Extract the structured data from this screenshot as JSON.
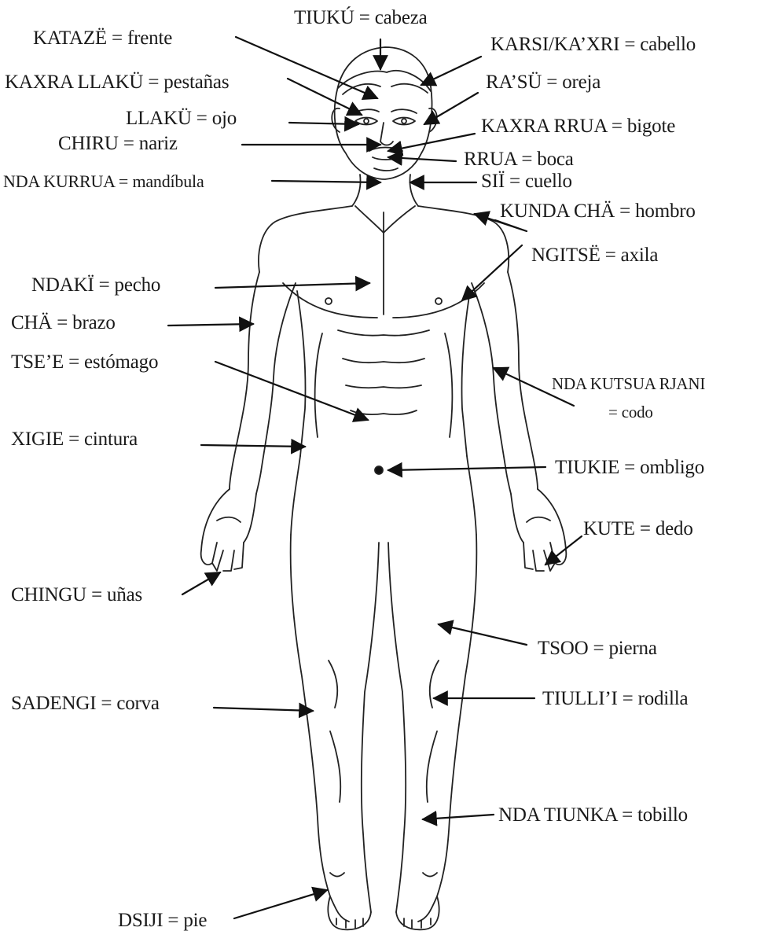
{
  "title": "",
  "labels": {
    "tiuku": "TIUKÚ  =  cabeza",
    "katazo": "KATAZË  =  frente",
    "karsi": "KARSI/KA’XRI  =  cabello",
    "kaxra_llaku": "KAXRA LLAKÜ  =  pestañas",
    "rasu": "RA’SÜ  =  oreja",
    "llaku": "LLAKÜ  =  ojo",
    "kaxra_rrua": "KAXRA RRUA  =  bigote",
    "chiru": "CHIRU  =  nariz",
    "rrua": "RRUA  =  boca",
    "nda_kurrua": "NDA KURRUA  =  mandíbula",
    "sii": "SIÏ  =  cuello",
    "kunda_cha": "KUNDA CHÄ  =  hombro",
    "ngitse": "NGITSË  =  axila",
    "ndaki": "NDAKÏ  =  pecho",
    "cha": "CHÄ  =  brazo",
    "tsee": "TSE’E  =  estómago",
    "nda_kutsua_1": "NDA KUTSUA RJANI",
    "nda_kutsua_2": "= codo",
    "xigie": "XIGIE  =  cintura",
    "tiukie": "TIUKIE  =  ombligo",
    "kute": "KUTE  =  dedo",
    "chingu": "CHINGU  =  uñas",
    "tsoo": "TSOO  =  pierna",
    "sadengi": "SADENGI  =  corva",
    "tiulli": "TIULLI’I  =  rodilla",
    "nda_tiunka": "NDA TIUNKA  =  tobillo",
    "dsiji": "DSIJI  =  pie"
  }
}
